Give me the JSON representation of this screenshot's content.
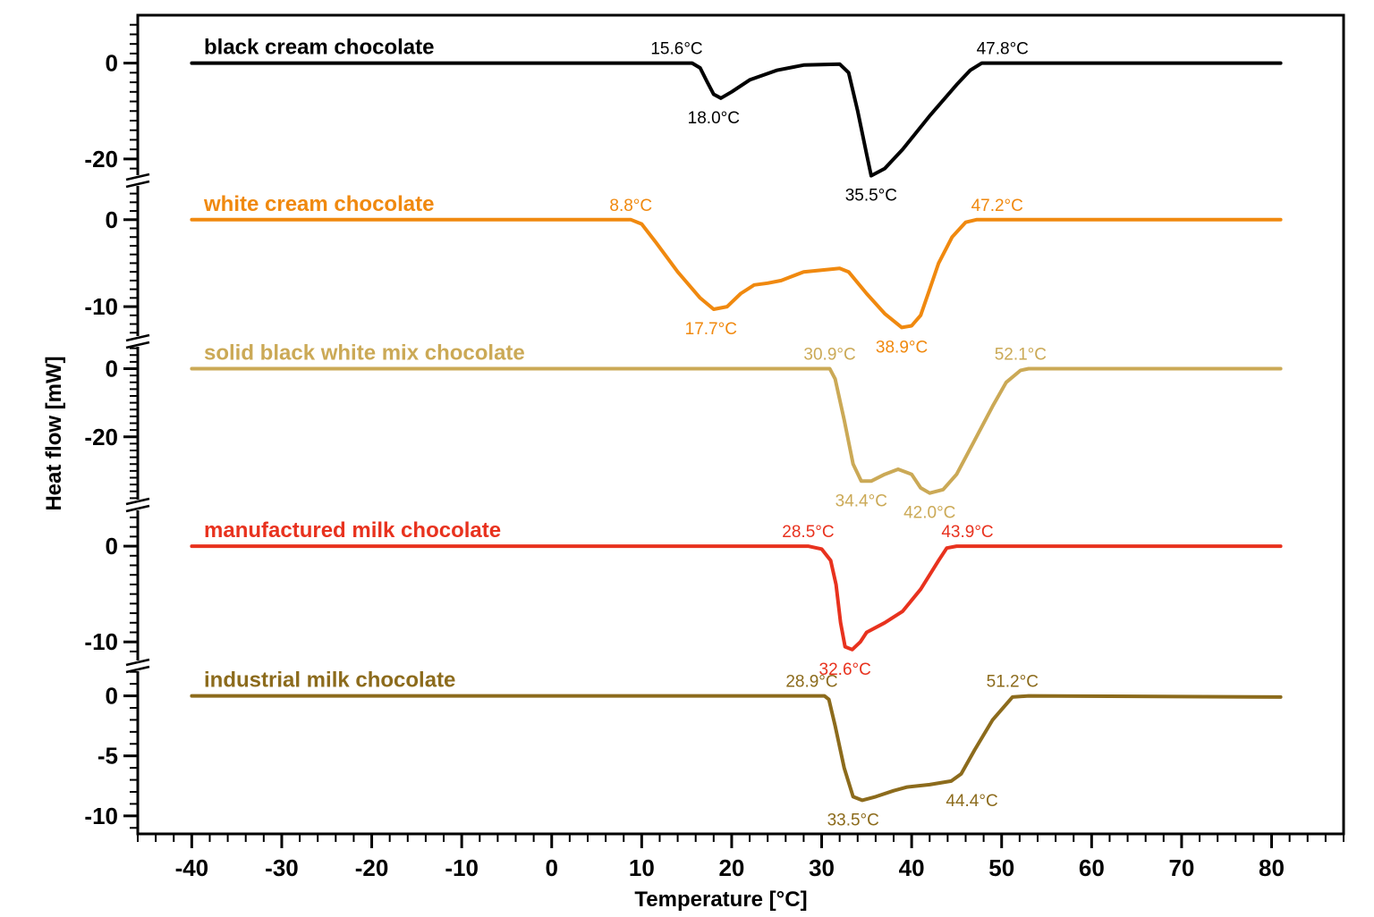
{
  "chart_data": {
    "type": "line",
    "title": "",
    "xlabel": "Temperature [°C]",
    "ylabel": "Heat flow [mW]",
    "xlim": [
      -46,
      88
    ],
    "x_ticks": [
      -40,
      -30,
      -20,
      -10,
      0,
      10,
      20,
      30,
      40,
      50,
      60,
      70,
      80
    ],
    "grid": false,
    "series": [
      {
        "name": "black cream chocolate",
        "color": "#000000",
        "ylim": [
          -24.5,
          10
        ],
        "y_ticks": [
          0,
          -20
        ],
        "y_tick_labels": [
          "0",
          "-20"
        ],
        "points": [
          [
            -40,
            0
          ],
          [
            15.6,
            0
          ],
          [
            16.5,
            -1
          ],
          [
            17.3,
            -4
          ],
          [
            18.0,
            -6.5
          ],
          [
            18.8,
            -7.3
          ],
          [
            20,
            -6
          ],
          [
            22,
            -3.5
          ],
          [
            25,
            -1.5
          ],
          [
            28,
            -0.4
          ],
          [
            32,
            -0.2
          ],
          [
            33,
            -2
          ],
          [
            34,
            -10
          ],
          [
            35,
            -19
          ],
          [
            35.5,
            -23.5
          ],
          [
            37,
            -22
          ],
          [
            39,
            -18
          ],
          [
            42,
            -11
          ],
          [
            45,
            -4.5
          ],
          [
            46.5,
            -1.5
          ],
          [
            47.8,
            0
          ],
          [
            81,
            0
          ]
        ],
        "annotations": [
          {
            "text": "15.6°C",
            "x": 15.6,
            "y": 0,
            "pos": "above-left"
          },
          {
            "text": "18.0°C",
            "x": 18.0,
            "y": -7.3,
            "pos": "below"
          },
          {
            "text": "35.5°C",
            "x": 35.5,
            "y": -23.5,
            "pos": "below"
          },
          {
            "text": "47.8°C",
            "x": 47.8,
            "y": 0,
            "pos": "above-right"
          }
        ]
      },
      {
        "name": "white cream chocolate",
        "color": "#F0890F",
        "ylim": [
          -14,
          4.5
        ],
        "y_ticks": [
          0,
          -10
        ],
        "y_tick_labels": [
          "0",
          "-10"
        ],
        "points": [
          [
            -40,
            0
          ],
          [
            8.8,
            0
          ],
          [
            10,
            -0.5
          ],
          [
            11.5,
            -2.5
          ],
          [
            14,
            -6
          ],
          [
            16.5,
            -9
          ],
          [
            18,
            -10.3
          ],
          [
            19.5,
            -10
          ],
          [
            21,
            -8.5
          ],
          [
            22.5,
            -7.5
          ],
          [
            24,
            -7.3
          ],
          [
            25.5,
            -7
          ],
          [
            26.5,
            -6.6
          ],
          [
            28,
            -6
          ],
          [
            30,
            -5.8
          ],
          [
            32,
            -5.6
          ],
          [
            33,
            -6
          ],
          [
            35,
            -8.5
          ],
          [
            37,
            -10.8
          ],
          [
            38.9,
            -12.4
          ],
          [
            40,
            -12.2
          ],
          [
            41,
            -11
          ],
          [
            42,
            -8
          ],
          [
            43,
            -5
          ],
          [
            44.5,
            -2
          ],
          [
            46,
            -0.3
          ],
          [
            47.2,
            0
          ],
          [
            81,
            0
          ]
        ],
        "annotations": [
          {
            "text": "8.8°C",
            "x": 8.8,
            "y": 0,
            "pos": "above"
          },
          {
            "text": "17.7°C",
            "x": 17.7,
            "y": -10.3,
            "pos": "below"
          },
          {
            "text": "38.9°C",
            "x": 38.9,
            "y": -12.4,
            "pos": "below"
          },
          {
            "text": "47.2°C",
            "x": 47.2,
            "y": 0,
            "pos": "above-right"
          }
        ]
      },
      {
        "name": "solid black white mix chocolate",
        "color": "#CBA956",
        "ylim": [
          -40,
          8
        ],
        "y_ticks": [
          0,
          -20
        ],
        "y_tick_labels": [
          "0",
          "-20"
        ],
        "points": [
          [
            -40,
            0
          ],
          [
            30.9,
            0
          ],
          [
            31.5,
            -3
          ],
          [
            32.5,
            -15
          ],
          [
            33.5,
            -28
          ],
          [
            34.4,
            -33
          ],
          [
            35.5,
            -33
          ],
          [
            37,
            -31
          ],
          [
            38.5,
            -29.5
          ],
          [
            40,
            -31
          ],
          [
            41,
            -35
          ],
          [
            42,
            -36.5
          ],
          [
            43.5,
            -35.5
          ],
          [
            45,
            -31
          ],
          [
            47,
            -21
          ],
          [
            49,
            -11
          ],
          [
            50.5,
            -4
          ],
          [
            52.1,
            -0.5
          ],
          [
            53,
            0
          ],
          [
            81,
            0
          ]
        ],
        "annotations": [
          {
            "text": "30.9°C",
            "x": 30.9,
            "y": 0,
            "pos": "above"
          },
          {
            "text": "34.4°C",
            "x": 34.4,
            "y": -33,
            "pos": "below"
          },
          {
            "text": "42.0°C",
            "x": 42.0,
            "y": -36.5,
            "pos": "below"
          },
          {
            "text": "52.1°C",
            "x": 52.1,
            "y": 0,
            "pos": "above"
          }
        ]
      },
      {
        "name": "manufactured milk chocolate",
        "color": "#E8321E",
        "ylim": [
          -12.5,
          4.3
        ],
        "y_ticks": [
          0,
          -10
        ],
        "y_tick_labels": [
          "0",
          "-10"
        ],
        "points": [
          [
            -40,
            0
          ],
          [
            28.5,
            0
          ],
          [
            30,
            -0.3
          ],
          [
            31,
            -1.5
          ],
          [
            31.6,
            -4
          ],
          [
            32.1,
            -8
          ],
          [
            32.6,
            -10.5
          ],
          [
            33.4,
            -10.8
          ],
          [
            34.3,
            -10
          ],
          [
            35,
            -9
          ],
          [
            37,
            -8
          ],
          [
            39,
            -6.8
          ],
          [
            41,
            -4.5
          ],
          [
            43,
            -1.5
          ],
          [
            43.9,
            -0.2
          ],
          [
            45,
            0
          ],
          [
            81,
            0
          ]
        ],
        "annotations": [
          {
            "text": "28.5°C",
            "x": 28.5,
            "y": 0,
            "pos": "above"
          },
          {
            "text": "32.6°C",
            "x": 32.6,
            "y": -10.8,
            "pos": "below"
          },
          {
            "text": "43.9°C",
            "x": 43.9,
            "y": 0,
            "pos": "above-right"
          }
        ]
      },
      {
        "name": "industrial milk chocolate",
        "color": "#8C6B1C",
        "ylim": [
          -11.5,
          2.5
        ],
        "y_ticks": [
          0,
          -5,
          -10
        ],
        "y_tick_labels": [
          "0",
          "-5",
          "-10"
        ],
        "points": [
          [
            -40,
            0
          ],
          [
            30.3,
            0
          ],
          [
            30.8,
            -0.3
          ],
          [
            31.5,
            -2.5
          ],
          [
            32.5,
            -6
          ],
          [
            33.5,
            -8.4
          ],
          [
            34.5,
            -8.7
          ],
          [
            36,
            -8.4
          ],
          [
            38,
            -7.9
          ],
          [
            39.5,
            -7.6
          ],
          [
            42,
            -7.4
          ],
          [
            44.4,
            -7.1
          ],
          [
            45.5,
            -6.5
          ],
          [
            47,
            -4.5
          ],
          [
            49,
            -2
          ],
          [
            51.2,
            -0.1
          ],
          [
            53,
            0
          ],
          [
            81,
            -0.1
          ]
        ],
        "annotations": [
          {
            "text": "28.9°C",
            "x": 28.9,
            "y": 0,
            "pos": "above"
          },
          {
            "text": "33.5°C",
            "x": 33.5,
            "y": -8.7,
            "pos": "below"
          },
          {
            "text": "44.4°C",
            "x": 44.4,
            "y": -7.1,
            "pos": "below-right"
          },
          {
            "text": "51.2°C",
            "x": 51.2,
            "y": 0,
            "pos": "above"
          }
        ]
      }
    ]
  }
}
